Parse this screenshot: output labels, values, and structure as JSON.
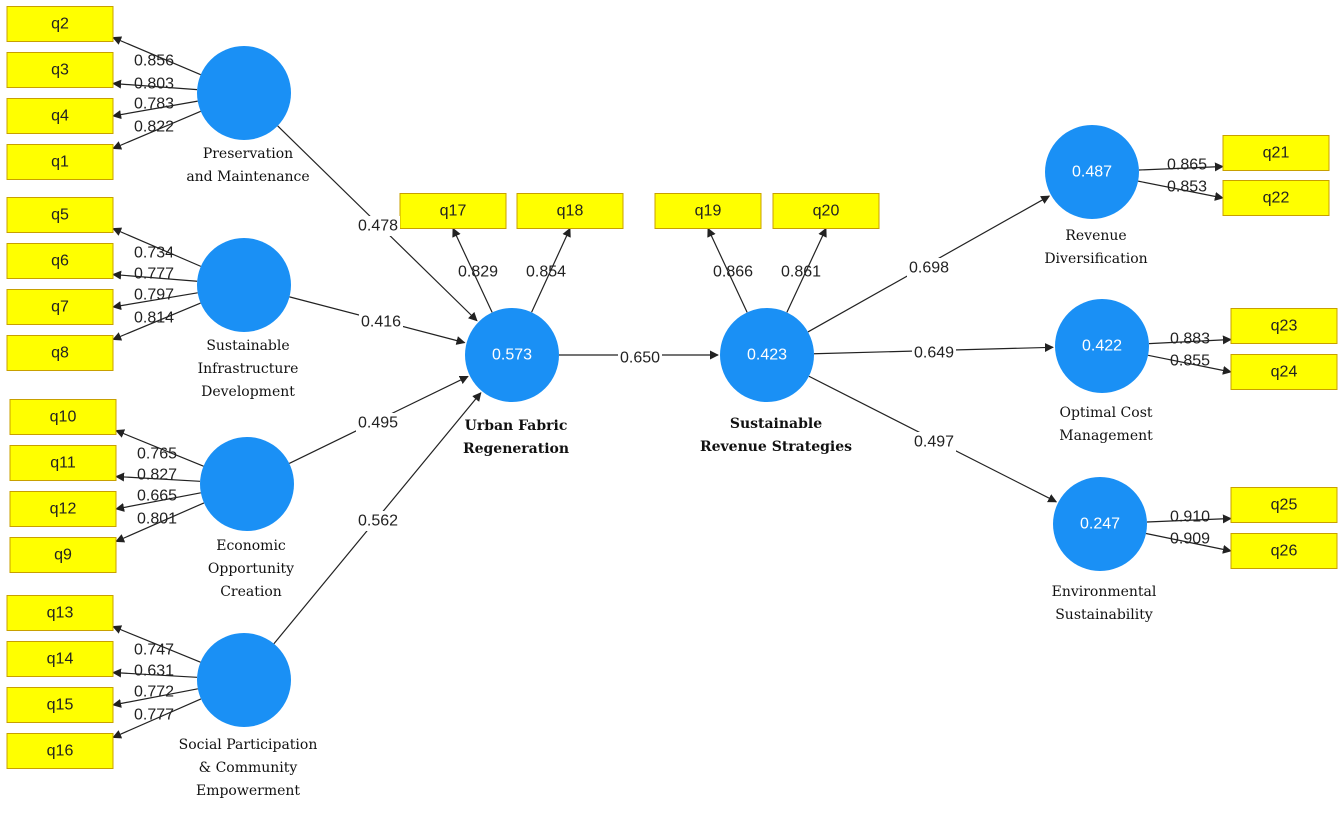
{
  "colors": {
    "construct": "#1a90f5",
    "indicator": "#ffff00",
    "line": "#222222"
  },
  "constructs": [
    {
      "id": "pm",
      "label": [
        "Preservation",
        "and Maintenance"
      ],
      "r2": ""
    },
    {
      "id": "sid",
      "label": [
        "Sustainable",
        "Infrastructure",
        "Development"
      ],
      "r2": ""
    },
    {
      "id": "eoc",
      "label": [
        "Economic",
        "Opportunity",
        "Creation"
      ],
      "r2": ""
    },
    {
      "id": "spce",
      "label": [
        "Social Participation",
        "& Community",
        "Empowerment"
      ],
      "r2": ""
    },
    {
      "id": "ufr",
      "label": [
        "Urban Fabric",
        "Regeneration"
      ],
      "r2": "0.573",
      "bold": true
    },
    {
      "id": "srs",
      "label": [
        "Sustainable",
        "Revenue Strategies"
      ],
      "r2": "0.423",
      "bold": true
    },
    {
      "id": "rd",
      "label": [
        "Revenue",
        "Diversification"
      ],
      "r2": "0.487"
    },
    {
      "id": "ocm",
      "label": [
        "Optimal Cost",
        "Management"
      ],
      "r2": "0.422"
    },
    {
      "id": "es",
      "label": [
        "Environmental",
        "Sustainability"
      ],
      "r2": "0.247"
    }
  ],
  "indicators": [
    {
      "name": "q2",
      "construct": "pm",
      "loading": "0.856"
    },
    {
      "name": "q3",
      "construct": "pm",
      "loading": "0.803"
    },
    {
      "name": "q4",
      "construct": "pm",
      "loading": "0.783"
    },
    {
      "name": "q1",
      "construct": "pm",
      "loading": "0.822"
    },
    {
      "name": "q5",
      "construct": "sid",
      "loading": "0.734"
    },
    {
      "name": "q6",
      "construct": "sid",
      "loading": "0.777"
    },
    {
      "name": "q7",
      "construct": "sid",
      "loading": "0.797"
    },
    {
      "name": "q8",
      "construct": "sid",
      "loading": "0.814"
    },
    {
      "name": "q10",
      "construct": "eoc",
      "loading": "0.765"
    },
    {
      "name": "q11",
      "construct": "eoc",
      "loading": "0.827"
    },
    {
      "name": "q12",
      "construct": "eoc",
      "loading": "0.665"
    },
    {
      "name": "q9",
      "construct": "eoc",
      "loading": "0.801"
    },
    {
      "name": "q13",
      "construct": "spce",
      "loading": "0.747"
    },
    {
      "name": "q14",
      "construct": "spce",
      "loading": "0.631"
    },
    {
      "name": "q15",
      "construct": "spce",
      "loading": "0.772"
    },
    {
      "name": "q16",
      "construct": "spce",
      "loading": "0.777"
    },
    {
      "name": "q17",
      "construct": "ufr",
      "loading": "0.829"
    },
    {
      "name": "q18",
      "construct": "ufr",
      "loading": "0.854"
    },
    {
      "name": "q19",
      "construct": "srs",
      "loading": "0.866"
    },
    {
      "name": "q20",
      "construct": "srs",
      "loading": "0.861"
    },
    {
      "name": "q21",
      "construct": "rd",
      "loading": "0.865"
    },
    {
      "name": "q22",
      "construct": "rd",
      "loading": "0.853"
    },
    {
      "name": "q23",
      "construct": "ocm",
      "loading": "0.883"
    },
    {
      "name": "q24",
      "construct": "ocm",
      "loading": "0.855"
    },
    {
      "name": "q25",
      "construct": "es",
      "loading": "0.910"
    },
    {
      "name": "q26",
      "construct": "es",
      "loading": "0.909"
    }
  ],
  "paths": [
    {
      "from": "pm",
      "to": "ufr",
      "coef": "0.478"
    },
    {
      "from": "sid",
      "to": "ufr",
      "coef": "0.416"
    },
    {
      "from": "eoc",
      "to": "ufr",
      "coef": "0.495"
    },
    {
      "from": "spce",
      "to": "ufr",
      "coef": "0.562"
    },
    {
      "from": "ufr",
      "to": "srs",
      "coef": "0.650"
    },
    {
      "from": "srs",
      "to": "rd",
      "coef": "0.698"
    },
    {
      "from": "srs",
      "to": "ocm",
      "coef": "0.649"
    },
    {
      "from": "srs",
      "to": "es",
      "coef": "0.497"
    }
  ]
}
